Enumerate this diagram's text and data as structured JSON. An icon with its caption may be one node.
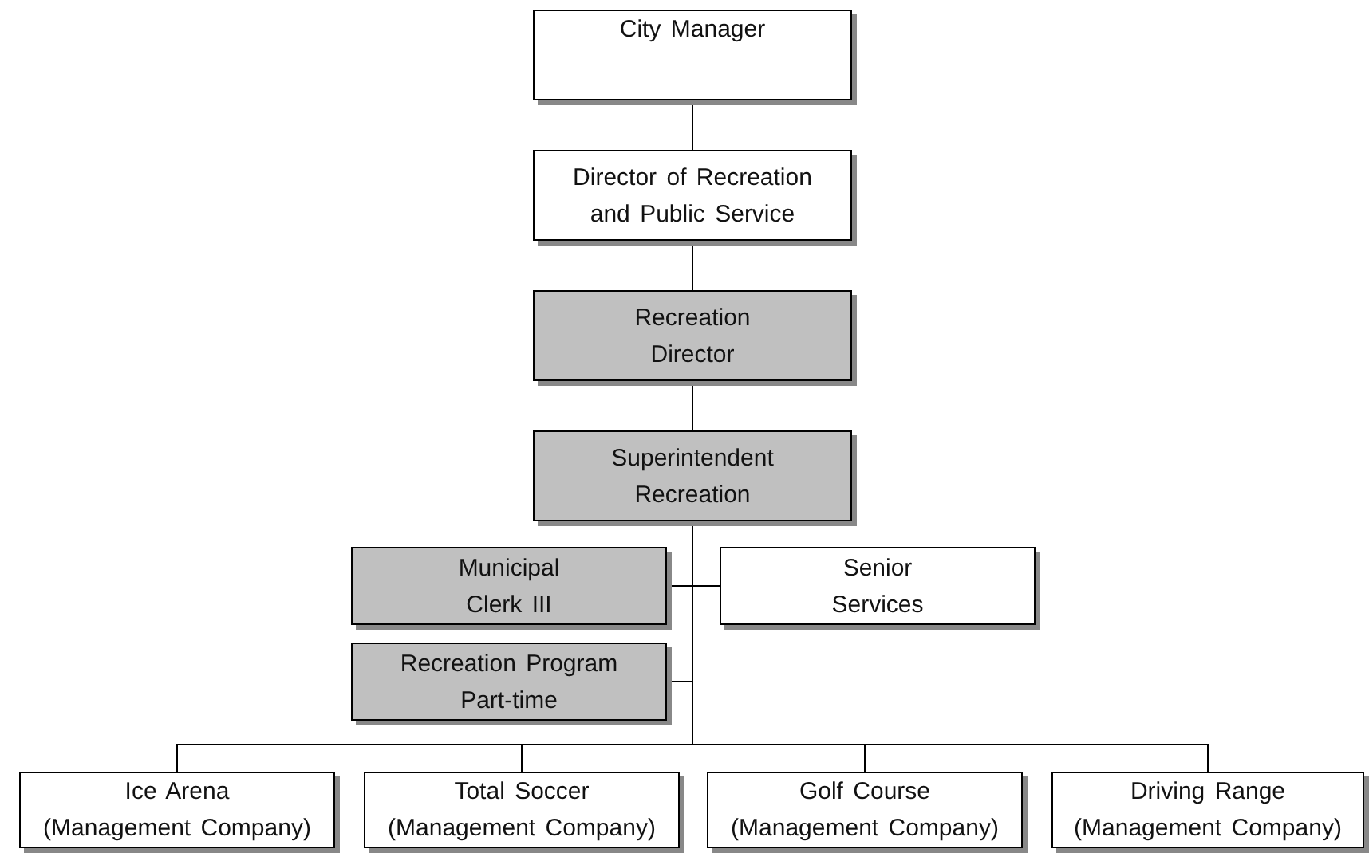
{
  "diagram": {
    "nodes": [
      {
        "text": [
          "City Manager"
        ]
      },
      {
        "text": [
          "Director of Recreation and Public Service"
        ]
      },
      {
        "text": [
          "Recreation Director"
        ]
      },
      {
        "text": [
          "Superintendent Recreation"
        ]
      },
      {
        "text": [
          "Municipal Clerk III"
        ]
      },
      {
        "text": [
          "Senior Services"
        ]
      },
      {
        "text": [
          "Recreation Program Part-time"
        ]
      },
      {
        "text": [
          "Ice Arena (Management Company)"
        ]
      },
      {
        "text": [
          "Total Soccer (Management Company)"
        ]
      },
      {
        "text": [
          "Golf Course (Management Company)"
        ]
      },
      {
        "text": [
          "Driving Range (Management Company)"
        ]
      }
    ],
    "edges": [
      {
        "from": 0,
        "to": 1,
        "arrow": "none"
      },
      {
        "from": 1,
        "to": 2,
        "arrow": "none"
      },
      {
        "from": 2,
        "to": 3,
        "arrow": "none"
      },
      {
        "from": 3,
        "to": 4,
        "arrow": "none"
      },
      {
        "from": 3,
        "to": 5,
        "arrow": "none"
      },
      {
        "from": 3,
        "to": 6,
        "arrow": "none"
      },
      {
        "from": 3,
        "to": 7,
        "arrow": "none"
      },
      {
        "from": 3,
        "to": 8,
        "arrow": "none"
      },
      {
        "from": 3,
        "to": 9,
        "arrow": "none"
      },
      {
        "from": 3,
        "to": 10,
        "arrow": "none"
      }
    ]
  }
}
